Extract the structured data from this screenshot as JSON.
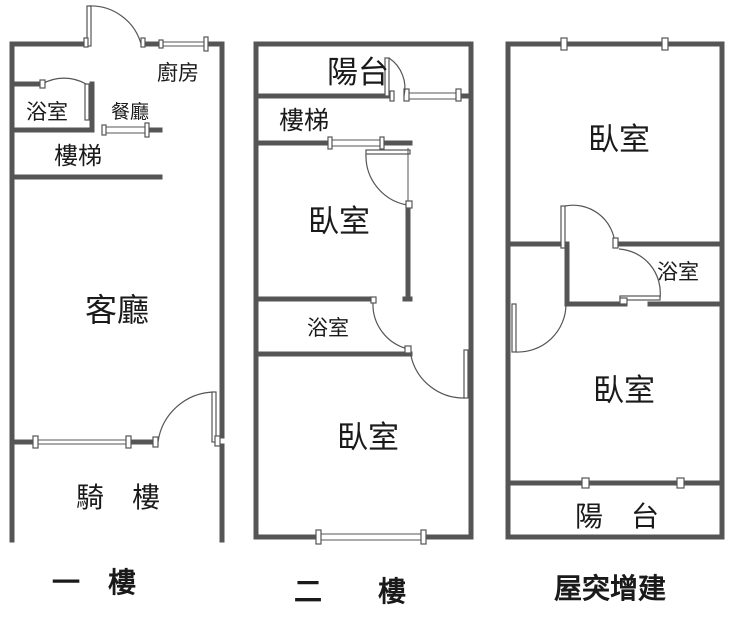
{
  "floors": {
    "first": {
      "title": "一　樓",
      "rooms": {
        "kitchen": "廚房",
        "bathroom": "浴室",
        "dining": "餐廳",
        "stairs": "樓梯",
        "living": "客廳",
        "arcade": "騎　樓"
      }
    },
    "second": {
      "title": "二　　樓",
      "rooms": {
        "balcony": "陽台",
        "stairs": "樓梯",
        "bedroom_top": "臥室",
        "bathroom": "浴室",
        "bedroom_bottom": "臥室"
      }
    },
    "rooftop": {
      "title": "屋突增建",
      "rooms": {
        "bedroom_top": "臥室",
        "bathroom": "浴室",
        "bedroom_bottom": "臥室",
        "balcony": "陽　台"
      }
    }
  }
}
